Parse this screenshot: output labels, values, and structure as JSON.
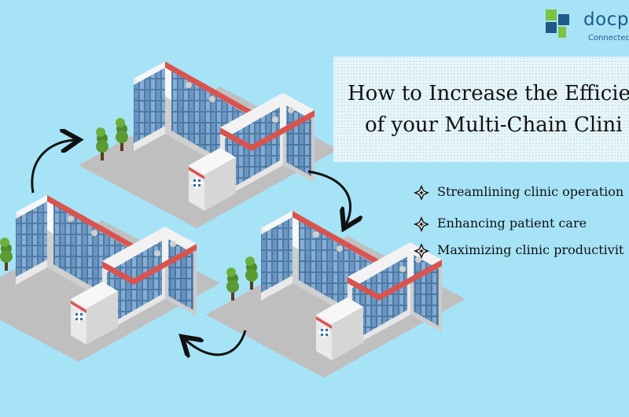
{
  "brand": {
    "name": "docp",
    "tagline": "Connected H",
    "colors": {
      "green": "#7cc242",
      "blue": "#1e5a8a"
    }
  },
  "title": {
    "line1": "How to Increase the Efficie",
    "line2": "of your Multi-Chain Clini"
  },
  "bullets": [
    {
      "text": "Streamlining clinic operation"
    },
    {
      "text": "Enhancing patient care"
    },
    {
      "text": "Maximizing clinic productivit"
    }
  ],
  "colors": {
    "background": "#a6e3f7",
    "panel": "#e9f6fb",
    "accent_red": "#d9534f"
  },
  "icons": [
    "clinic-building-icon",
    "cycle-arrow-icon",
    "diamond-bullet-icon",
    "tree-icon",
    "medical-cross-icon"
  ]
}
